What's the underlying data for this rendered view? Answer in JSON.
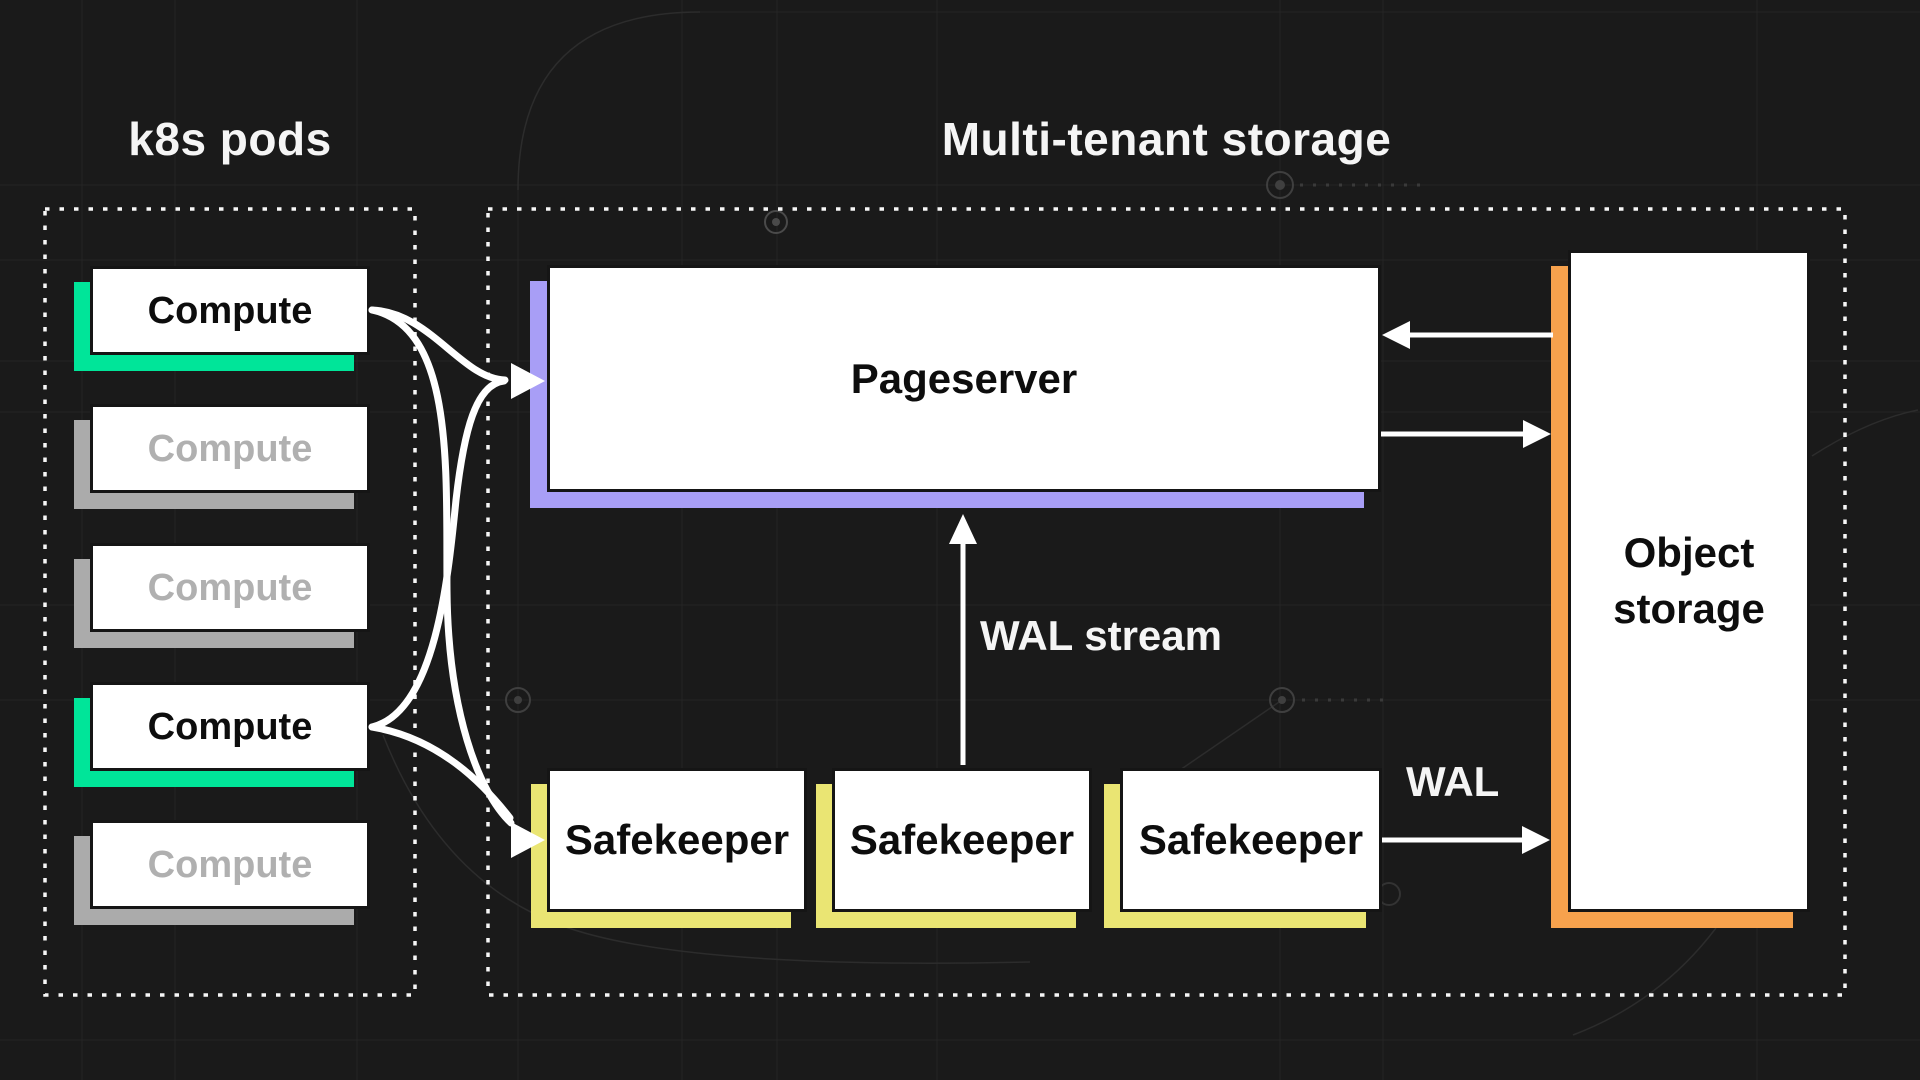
{
  "sections": {
    "k8s": {
      "title": "k8s pods"
    },
    "storage": {
      "title": "Multi-tenant storage"
    }
  },
  "nodes": {
    "computes": [
      {
        "label": "Compute",
        "active": true
      },
      {
        "label": "Compute",
        "active": false
      },
      {
        "label": "Compute",
        "active": false
      },
      {
        "label": "Compute",
        "active": true
      },
      {
        "label": "Compute",
        "active": false
      }
    ],
    "pageserver": {
      "label": "Pageserver"
    },
    "safekeepers": [
      {
        "label": "Safekeeper"
      },
      {
        "label": "Safekeeper"
      },
      {
        "label": "Safekeeper"
      }
    ],
    "object_storage": {
      "label": "Object storage"
    }
  },
  "edges": {
    "wal_stream_label": "WAL stream",
    "wal_label": "WAL"
  },
  "colors": {
    "background": "#1a1a1a",
    "active_accent": "#00e599",
    "inactive_accent": "#ababab",
    "pageserver_accent": "#a89ef6",
    "safekeeper_accent": "#eae573",
    "object_storage_accent": "#f7a24d",
    "arrow": "#ffffff",
    "dashed_border": "#f7f7f7"
  }
}
